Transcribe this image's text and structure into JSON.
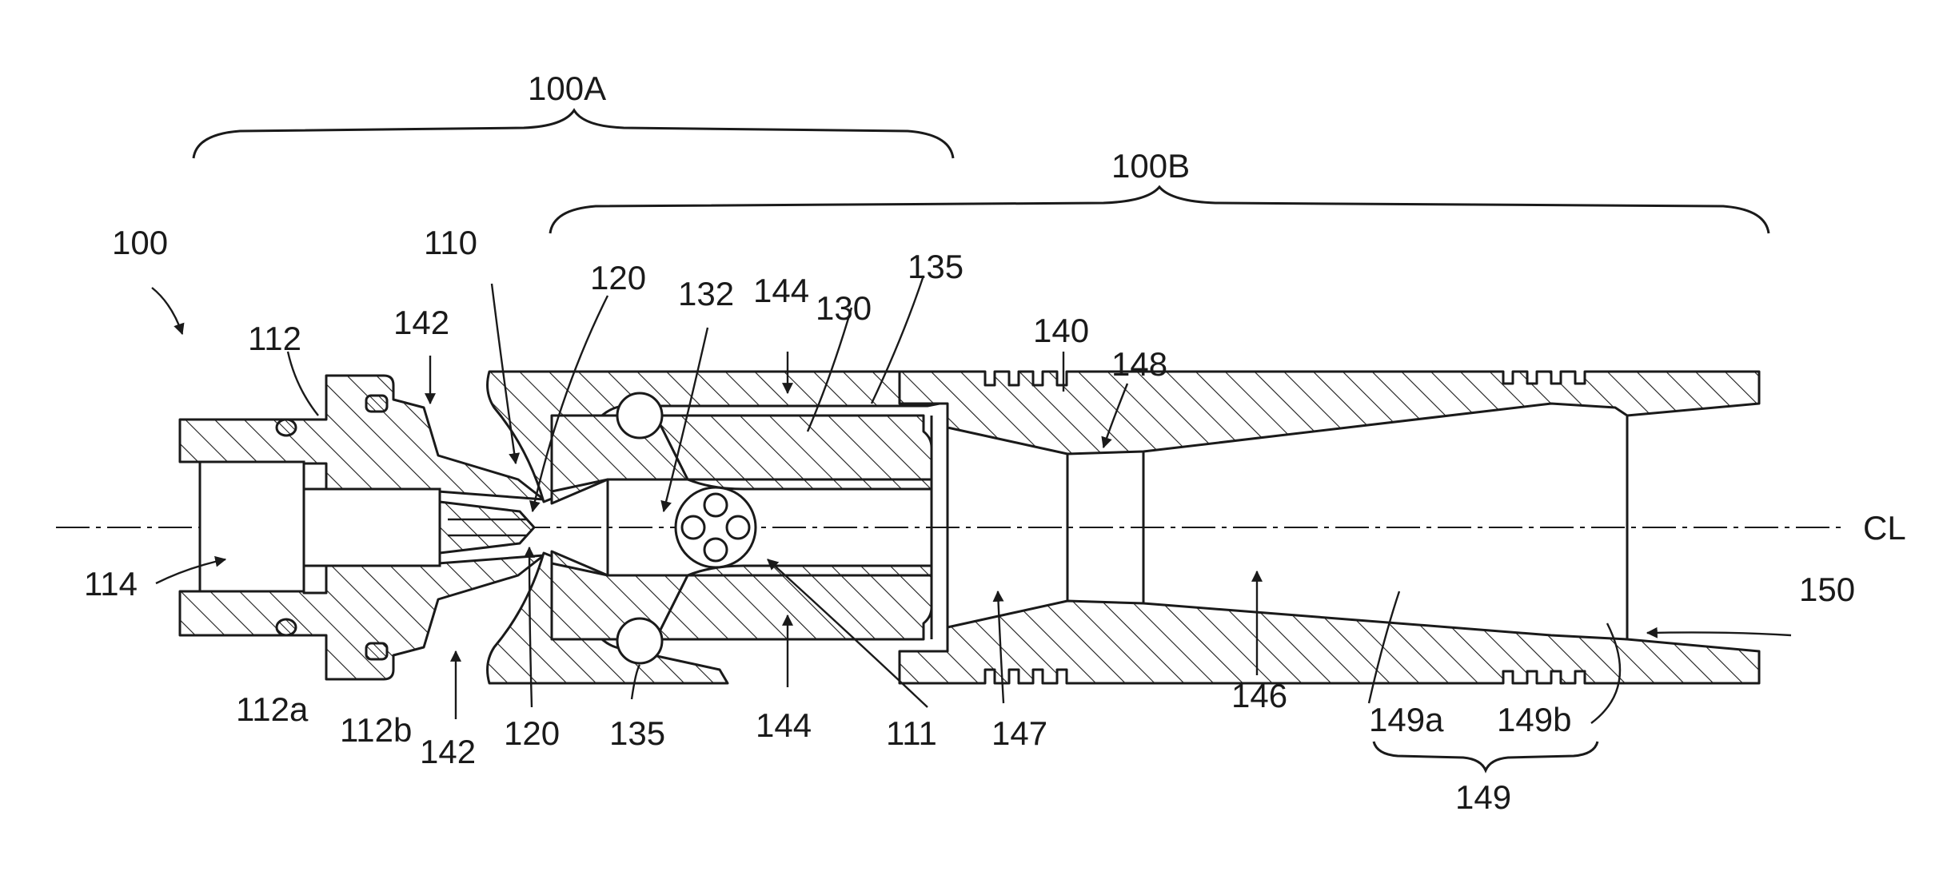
{
  "figure": {
    "labels": {
      "assembly_a": "100A",
      "assembly_b": "100B",
      "device": "100",
      "centerline": "CL",
      "l110": "110",
      "l111": "111",
      "l112": "112",
      "l112a": "112a",
      "l112b": "112b",
      "l114": "114",
      "l120_top": "120",
      "l120_bottom": "120",
      "l130": "130",
      "l132": "132",
      "l135_top": "135",
      "l135_bottom": "135",
      "l140": "140",
      "l142_top": "142",
      "l142_bottom": "142",
      "l144_top": "144",
      "l144_bottom": "144",
      "l146": "146",
      "l147": "147",
      "l148": "148",
      "l149": "149",
      "l149a": "149a",
      "l149b": "149b",
      "l150": "150"
    }
  }
}
